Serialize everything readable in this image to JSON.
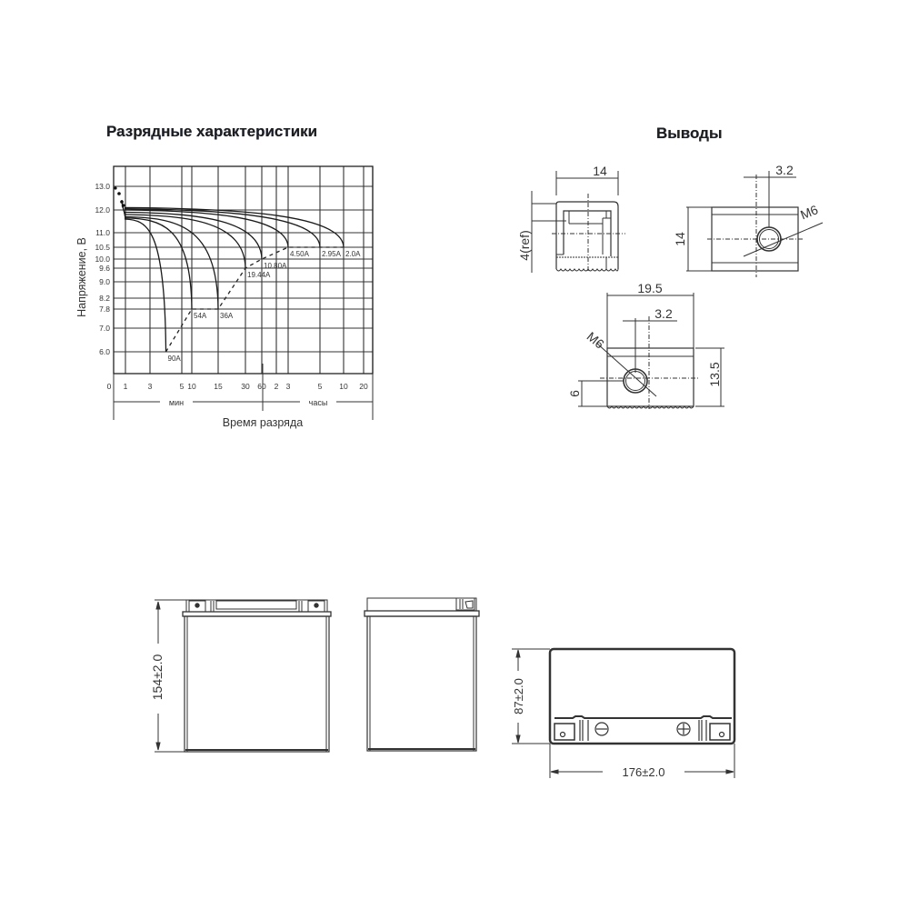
{
  "chart_title": "Разрядные характеристики",
  "terminals_title": "Выводы",
  "chart_data": {
    "type": "line",
    "title": "Разрядные характеристики",
    "xlabel": "Время разряда",
    "ylabel": "Напряжение, В",
    "x_unit_labels": [
      "мин",
      "часы"
    ],
    "x_ticks": [
      {
        "label": "0",
        "minutes": 0
      },
      {
        "label": "1",
        "minutes": 1
      },
      {
        "label": "3",
        "minutes": 3
      },
      {
        "label": "5",
        "minutes": 5
      },
      {
        "label": "10",
        "minutes": 10
      },
      {
        "label": "15",
        "minutes": 15
      },
      {
        "label": "30",
        "minutes": 30
      },
      {
        "label": "60",
        "minutes": 60
      },
      {
        "label": "2",
        "minutes": 120
      },
      {
        "label": "3",
        "minutes": 180
      },
      {
        "label": "5",
        "minutes": 300
      },
      {
        "label": "10",
        "minutes": 600
      },
      {
        "label": "20",
        "minutes": 1200
      }
    ],
    "y_ticks": [
      "13.0",
      "12.0",
      "11.0",
      "10.5",
      "10.0",
      "9.6",
      "9.0",
      "8.2",
      "7.8",
      "7.0",
      "6.0"
    ],
    "y_values": [
      13.0,
      12.0,
      11.0,
      10.5,
      10.0,
      9.6,
      9.0,
      8.2,
      7.8,
      7.0,
      6.0
    ],
    "ylim": [
      5.1,
      13.8
    ],
    "grid": true,
    "series": [
      {
        "name": "90A",
        "start_v": 11.6,
        "end_minutes": 4,
        "end_v": 6.0
      },
      {
        "name": "54A",
        "start_v": 11.65,
        "end_minutes": 10,
        "end_v": 7.8
      },
      {
        "name": "36A",
        "start_v": 11.7,
        "end_minutes": 15,
        "end_v": 7.8
      },
      {
        "name": "19.44A",
        "start_v": 11.8,
        "end_minutes": 30,
        "end_v": 9.6
      },
      {
        "name": "10.80A",
        "start_v": 11.9,
        "end_minutes": 60,
        "end_v": 10.0
      },
      {
        "name": "4.50A",
        "start_v": 12.0,
        "end_minutes": 180,
        "end_v": 10.5
      },
      {
        "name": "2.95A",
        "start_v": 12.05,
        "end_minutes": 300,
        "end_v": 10.5
      },
      {
        "name": "2.0A",
        "start_v": 12.1,
        "end_minutes": 600,
        "end_v": 10.5
      }
    ]
  },
  "terminals": {
    "side_view": {
      "width_label": "14",
      "height_label": "4(ref)"
    },
    "top_view": {
      "offset_label": "3.2",
      "thread_label": "M6",
      "height_label": "14"
    },
    "front_view": {
      "width_label": "19.5",
      "offset_label": "3.2",
      "thread_label": "M6",
      "height_label": "13.5",
      "hole_height_label": "6"
    }
  },
  "battery": {
    "height_label": "154±2.0",
    "depth_label": "87±2.0",
    "length_label": "176±2.0",
    "negative_symbol": "⊖",
    "positive_symbol": "⊕"
  }
}
